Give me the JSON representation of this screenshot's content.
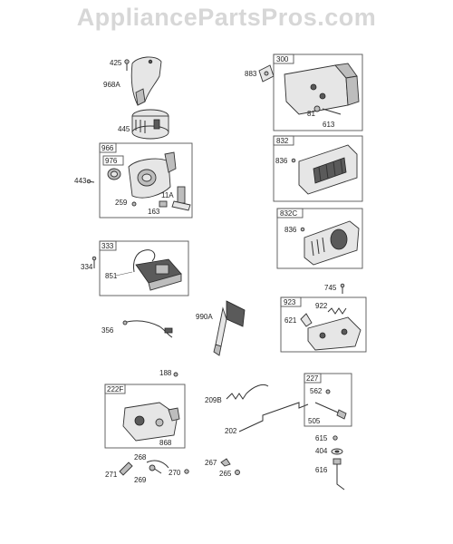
{
  "site": {
    "title": "AppliancePartsPros.com"
  },
  "diagram": {
    "group_boxes": [
      "966",
      "976",
      "300",
      "832",
      "832C",
      "333",
      "923",
      "222F",
      "227"
    ],
    "part_labels": {
      "p425": "425",
      "p968A": "968A",
      "p445": "445",
      "p443": "443",
      "p259": "259",
      "p163": "163",
      "p11A": "11A",
      "p883": "883",
      "p81": "81",
      "p613": "613",
      "p836a": "836",
      "p836b": "836",
      "p334": "334",
      "p851": "851",
      "p745": "745",
      "p922": "922",
      "p621": "621",
      "p356": "356",
      "p990A": "990A",
      "p188": "188",
      "p209B": "209B",
      "p202": "202",
      "p562": "562",
      "p505": "505",
      "p868": "868",
      "p615": "615",
      "p404": "404",
      "p616": "616",
      "p268": "268",
      "p271": "271",
      "p269": "269",
      "p270": "270",
      "p267": "267",
      "p265": "265"
    }
  }
}
